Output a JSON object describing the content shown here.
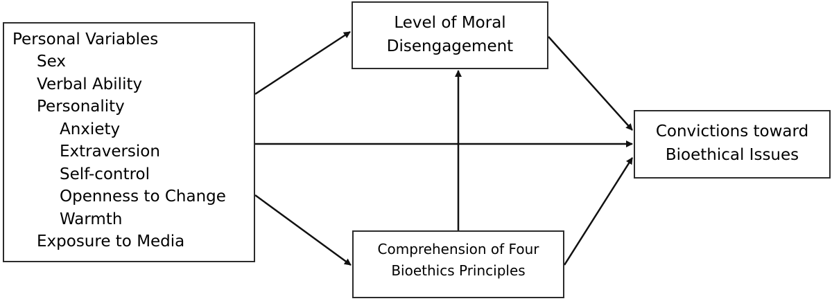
{
  "personal_variables": {
    "title": "Personal Variables",
    "items": [
      {
        "label": "Sex",
        "level": 1
      },
      {
        "label": "Verbal Ability",
        "level": 1
      },
      {
        "label": "Personality",
        "level": 1
      },
      {
        "label": "Anxiety",
        "level": 2
      },
      {
        "label": "Extraversion",
        "level": 2
      },
      {
        "label": "Self-control",
        "level": 2
      },
      {
        "label": "Openness to Change",
        "level": 2
      },
      {
        "label": "Warmth",
        "level": 2
      },
      {
        "label": "Exposure to Media",
        "level": 1
      }
    ]
  },
  "moral_disengagement": {
    "line1": "Level of Moral",
    "line2": "Disengagement"
  },
  "comprehension": {
    "line1": "Comprehension of Four",
    "line2": "Bioethics Principles"
  },
  "convictions": {
    "line1": "Convictions toward",
    "line2": "Bioethical Issues"
  },
  "colors": {
    "stroke": "#2b2b2b",
    "text": "#000000",
    "background": "#ffffff"
  }
}
